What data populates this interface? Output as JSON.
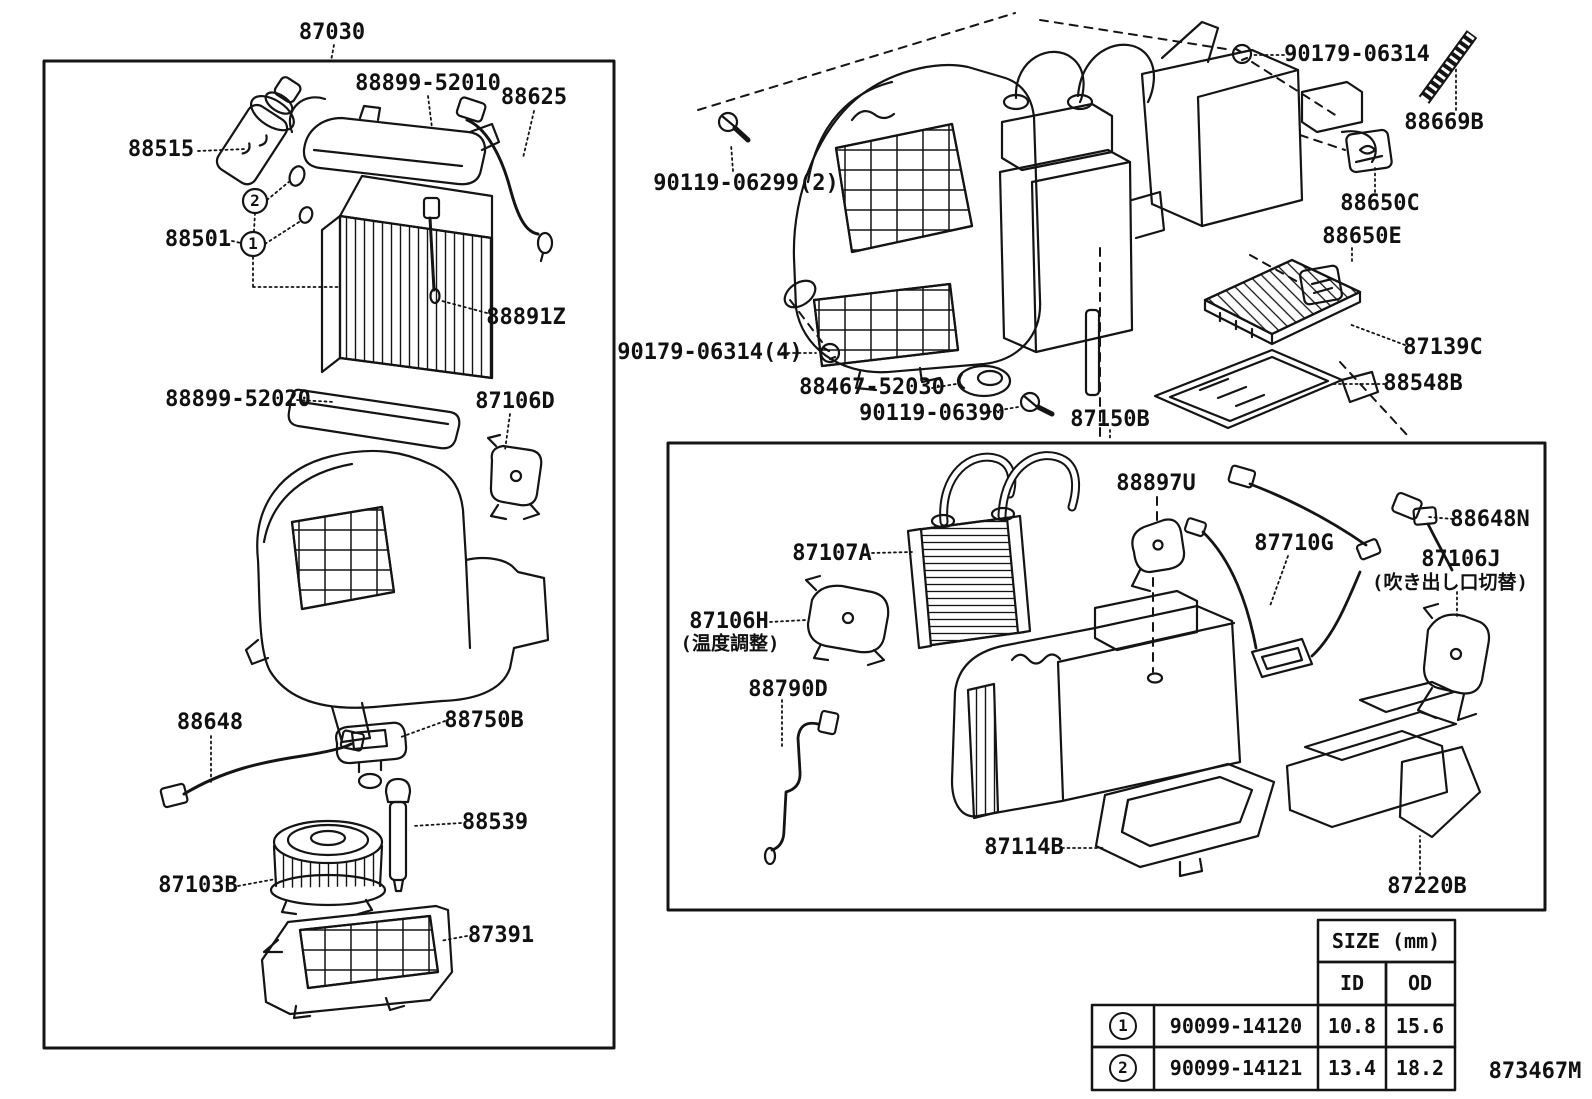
{
  "diagram": {
    "footer_code": "873467M",
    "left_box": {
      "title": "87030",
      "callouts": {
        "c1": "1",
        "c2": "2"
      },
      "parts": {
        "p88515": "88515",
        "p88899_52010": "88899-52010",
        "p88625": "88625",
        "p88501": "88501",
        "p88891Z": "88891Z",
        "p88899_52020": "88899-52020",
        "p87106D": "87106D",
        "p88648": "88648",
        "p88750B": "88750B",
        "p88539": "88539",
        "p87103B": "87103B",
        "p87391": "87391"
      }
    },
    "main_assembly": {
      "parts": {
        "p90119_06299": "90119-06299(2)",
        "p90179_06314": "90179-06314",
        "p88669B": "88669B",
        "p88650C": "88650C",
        "p88650E": "88650E",
        "p87139C": "87139C",
        "p90179_06314_4": "90179-06314(4)",
        "p88467_52030": "88467-52030",
        "p90119_06390": "90119-06390",
        "p88548B": "88548B"
      }
    },
    "right_box": {
      "title": "87150B",
      "parts": {
        "p88897U": "88897U",
        "p87107A": "87107A",
        "p87106H": "87106H",
        "p88790D": "88790D",
        "p87710G": "87710G",
        "p88648N": "88648N",
        "p87106J": "87106J",
        "p87114B": "87114B",
        "p87220B": "87220B"
      },
      "notes": {
        "temp_adjust": "(温度調整)",
        "outlet_switch": "(吹き出し口切替)"
      }
    },
    "size_table": {
      "header": "SIZE (mm)",
      "col_id": "ID",
      "col_od": "OD",
      "rows": [
        {
          "num": "1",
          "part": "90099-14120",
          "id": "10.8",
          "od": "15.6"
        },
        {
          "num": "2",
          "part": "90099-14121",
          "id": "13.4",
          "od": "18.2"
        }
      ]
    }
  }
}
